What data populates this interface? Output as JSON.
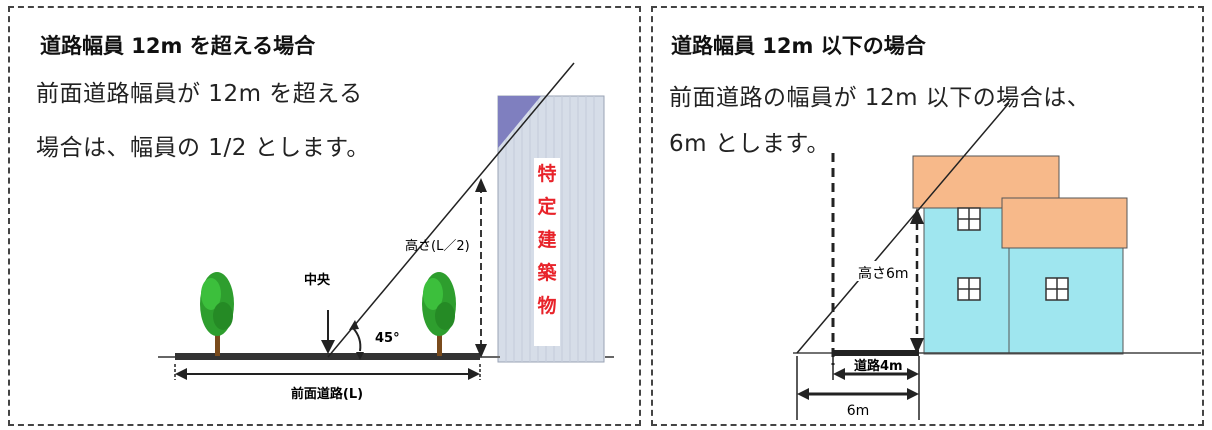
{
  "left_panel": {
    "title": "道路幅員 12m を超える場合",
    "line1": "前面道路幅員が 12m を超える",
    "line2": "場合は、幅員の 1/2 とします。",
    "diagram": {
      "center_label": "中央",
      "angle_label": "45°",
      "height_label": "高さ(L／2)",
      "road_label": "前面道路(L)",
      "building_label": [
        "特",
        "定",
        "建",
        "築",
        "物"
      ]
    }
  },
  "right_panel": {
    "title": "道路幅員 12m 以下の場合",
    "line1": "前面道路の幅員が 12m 以下の場合は、",
    "line2": "6m とします。",
    "diagram": {
      "height_label": "高さ6m",
      "road_label": "道路4m",
      "distance_label": "6m"
    }
  },
  "colors": {
    "tree_green": "#2e9e2e",
    "building_text": "#e8232a",
    "house_wall": "#9fe6ef",
    "house_roof": "#f7b98a"
  }
}
